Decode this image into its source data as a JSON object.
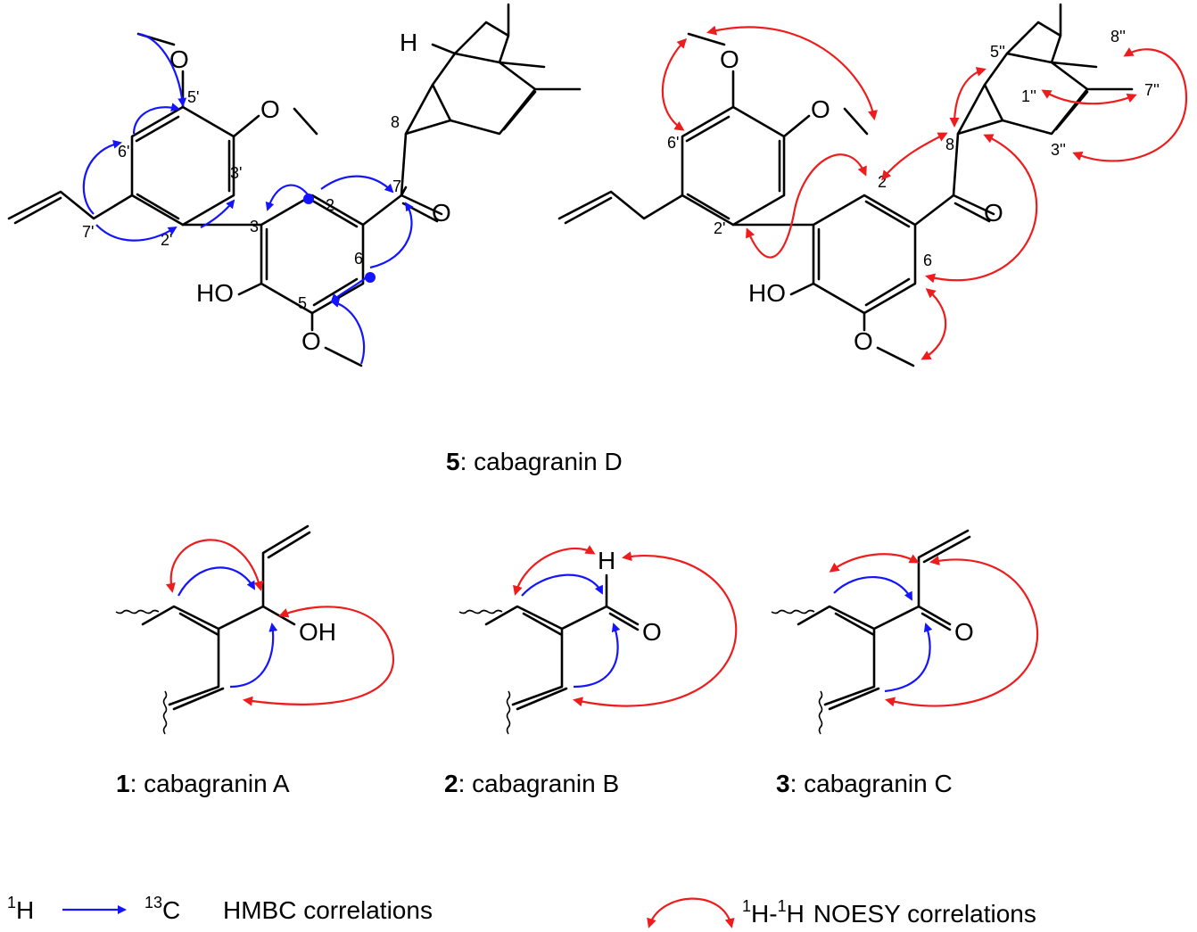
{
  "atoms": {
    "O": "O",
    "HO": "HO",
    "OH": "OH",
    "H": "H"
  },
  "numbering_left": {
    "c5p": "5'",
    "c6p": "6'",
    "c3p": "3'",
    "c2p": "2'",
    "c7p": "7'",
    "c3": "3",
    "c2": "2",
    "c5": "5",
    "c6": "6",
    "c7": "7",
    "c8": "8"
  },
  "numbering_right": {
    "c6p": "6'",
    "c2p": "2'",
    "c2": "2",
    "c6": "6",
    "c8": "8",
    "c5pp": "5''",
    "c1pp": "1''",
    "c3pp": "3''",
    "c7pp": "7''",
    "c8pp": "8''"
  },
  "compounds": [
    {
      "number": "5",
      "name": ": cabagranin D"
    },
    {
      "number": "1",
      "name": ": cabagranin A"
    },
    {
      "number": "2",
      "name": ": cabagranin B"
    },
    {
      "number": "3",
      "name": ": cabagranin C"
    }
  ],
  "legend": {
    "hmbc": {
      "from_nucleus": "1",
      "from_atom": "H",
      "to_nucleus": "13",
      "to_atom": "C",
      "label": "HMBC correlations"
    },
    "noesy": {
      "nucleus_a": "1",
      "atom_a": "H-",
      "nucleus_b": "1",
      "atom_b": "H",
      "label": "NOESY correlations"
    }
  },
  "colors": {
    "hmbc_arrow": "#1414ff",
    "noesy_arrow": "#ee1c1c",
    "bond": "#000000"
  }
}
